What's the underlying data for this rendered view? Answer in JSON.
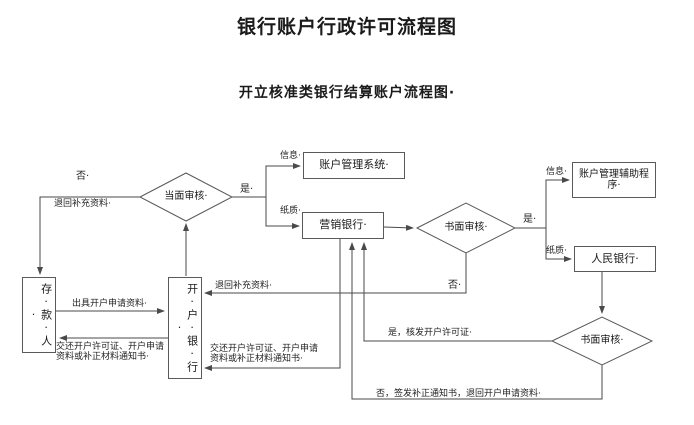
{
  "title": "银行账户行政许可流程图",
  "subtitle": "开立核准类银行结算账户流程图·",
  "nodes": {
    "review1": "当面审核·",
    "account_system": "账户管理系统·",
    "marketing_bank": "营销银行·",
    "review2": "书面审核·",
    "aux_program": "账户管理辅助程序·",
    "peoples_bank": "人民银行·",
    "depositor": "存·款·人·",
    "opening_bank": "开·户·银·行·",
    "review3": "书面审核·"
  },
  "edge_labels": {
    "no_top": "否·",
    "return_supplement_top": "退回补充资料·",
    "yes_top": "是·",
    "info_left": "信息·",
    "paper_left": "纸质·",
    "yes_mid": "是·",
    "info_right": "信息·",
    "paper_right": "纸质·",
    "no_mid": "否·",
    "return_supplement_mid": "退回补充资料·",
    "provide_application": "出具开户申请资料·",
    "return_license_to_depositor": "交还开户许可证、开户申请资料或补正材料通知书·",
    "return_license_to_bank": "交还开户许可证、开户申请资料或补正材料通知书·",
    "yes_issue_license": "是，核发开户许可证·",
    "no_issue_notice": "否，签发补正通知书，退回开户申请资料·"
  }
}
